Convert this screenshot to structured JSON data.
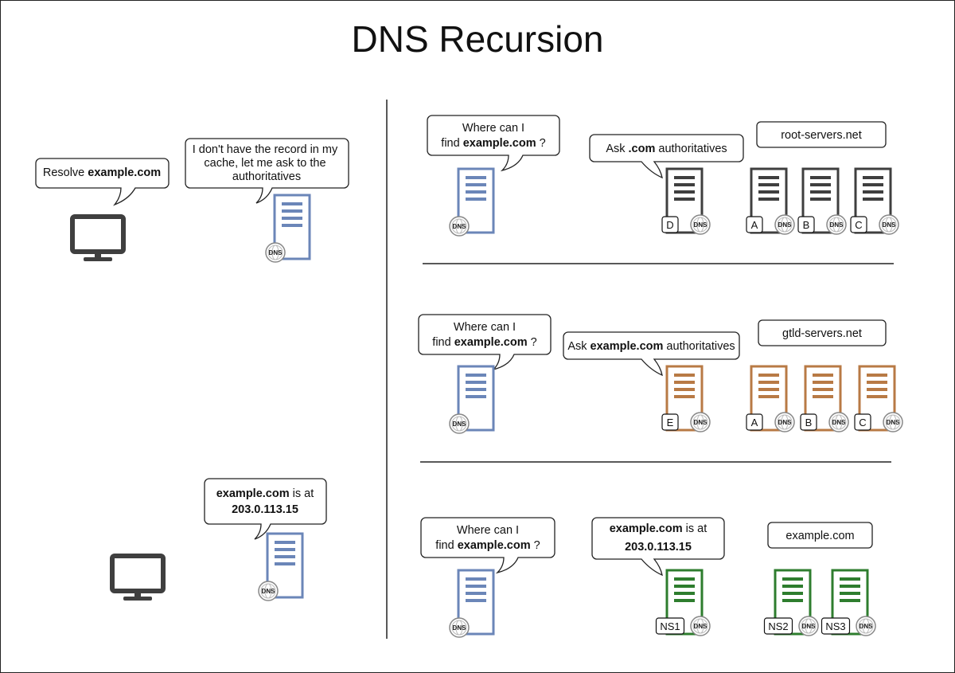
{
  "title": "DNS Recursion",
  "colors": {
    "resolver": "#6b86b8",
    "root": "#3f3f3f",
    "tld": "#b87a45",
    "authoritative": "#2e7d2e",
    "computer": "#3f3f3f",
    "ip": "#1d3a6b"
  },
  "left": {
    "bubble_resolve": {
      "text": "Resolve ",
      "bold": "example.com"
    },
    "bubble_cache": {
      "lines": [
        "I don't have the record in my",
        "cache, let me ask to the",
        "authoritatives"
      ]
    },
    "bubble_answer": {
      "bold": "example.com",
      "text": " is at",
      "ip": "203.0.113.15"
    }
  },
  "sections": [
    {
      "question": {
        "line1": "Where can I",
        "prefix": "find ",
        "bold": "example.com",
        "suffix": " ?"
      },
      "reply": {
        "prefix": "Ask ",
        "bold": ".com",
        "suffix": " authoritatives"
      },
      "group_label": "root-servers.net",
      "reply_server": "D",
      "group_servers": [
        "A",
        "B",
        "C"
      ],
      "icon_label": "DNS"
    },
    {
      "question": {
        "line1": "Where can I",
        "prefix": "find ",
        "bold": "example.com",
        "suffix": " ?"
      },
      "reply": {
        "prefix": "Ask ",
        "bold": "example.com",
        "suffix": " authoritatives"
      },
      "group_label": "gtld-servers.net",
      "reply_server": "E",
      "group_servers": [
        "A",
        "B",
        "C"
      ],
      "icon_label": "DNS"
    },
    {
      "question": {
        "line1": "Where can I",
        "prefix": "find ",
        "bold": "example.com",
        "suffix": " ?"
      },
      "reply": {
        "bold": "example.com",
        "text": " is at",
        "ip": "203.0.113.15"
      },
      "group_label": "example.com",
      "reply_server": "NS1",
      "group_servers": [
        "NS2",
        "NS3"
      ],
      "icon_label": "DNS"
    }
  ]
}
